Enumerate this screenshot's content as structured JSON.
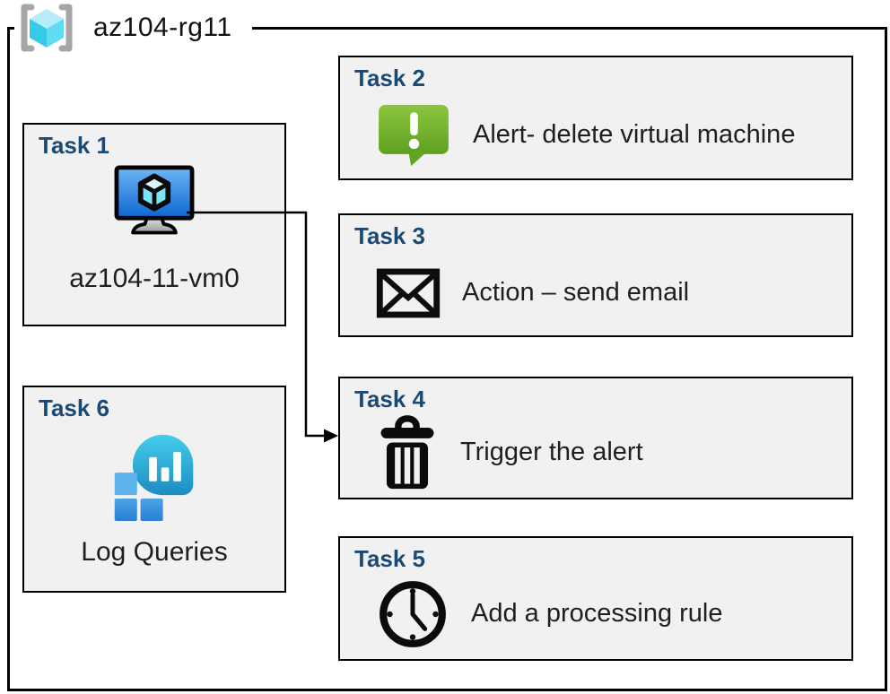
{
  "diagram": {
    "group_label": "az104-rg11",
    "tasks": {
      "t1": {
        "title": "Task 1",
        "label": "az104-11-vm0",
        "icon": "virtual-machine-icon"
      },
      "t2": {
        "title": "Task 2",
        "label": "Alert- delete virtual machine",
        "icon": "alert-icon"
      },
      "t3": {
        "title": "Task 3",
        "label": "Action – send email",
        "icon": "email-icon"
      },
      "t4": {
        "title": "Task 4",
        "label": "Trigger the alert",
        "icon": "trash-icon"
      },
      "t5": {
        "title": "Task 5",
        "label": "Add a processing rule",
        "icon": "clock-icon"
      },
      "t6": {
        "title": "Task 6",
        "label": "Log Queries",
        "icon": "log-analytics-icon"
      }
    },
    "connector": {
      "from": "task-1-vm",
      "to": "task-4"
    },
    "colors": {
      "task_title_blue": "#1b4a75",
      "box_fill": "#f1f1f1",
      "box_border": "#000000",
      "outer_border": "#000000",
      "alert_green_top": "#8cc63f",
      "alert_green_bottom": "#5ea021",
      "vm_screen_blue_top": "#6cb6f7",
      "vm_screen_blue_bottom": "#0d66d0",
      "log_bubble_teal_top": "#44cdea",
      "log_bubble_teal_bottom": "#1d8cc3",
      "log_square_blue": "#3b95dd",
      "rg_cube_cyan": "#50d7ef",
      "rg_bracket_gray": "#a6a6a6"
    }
  }
}
